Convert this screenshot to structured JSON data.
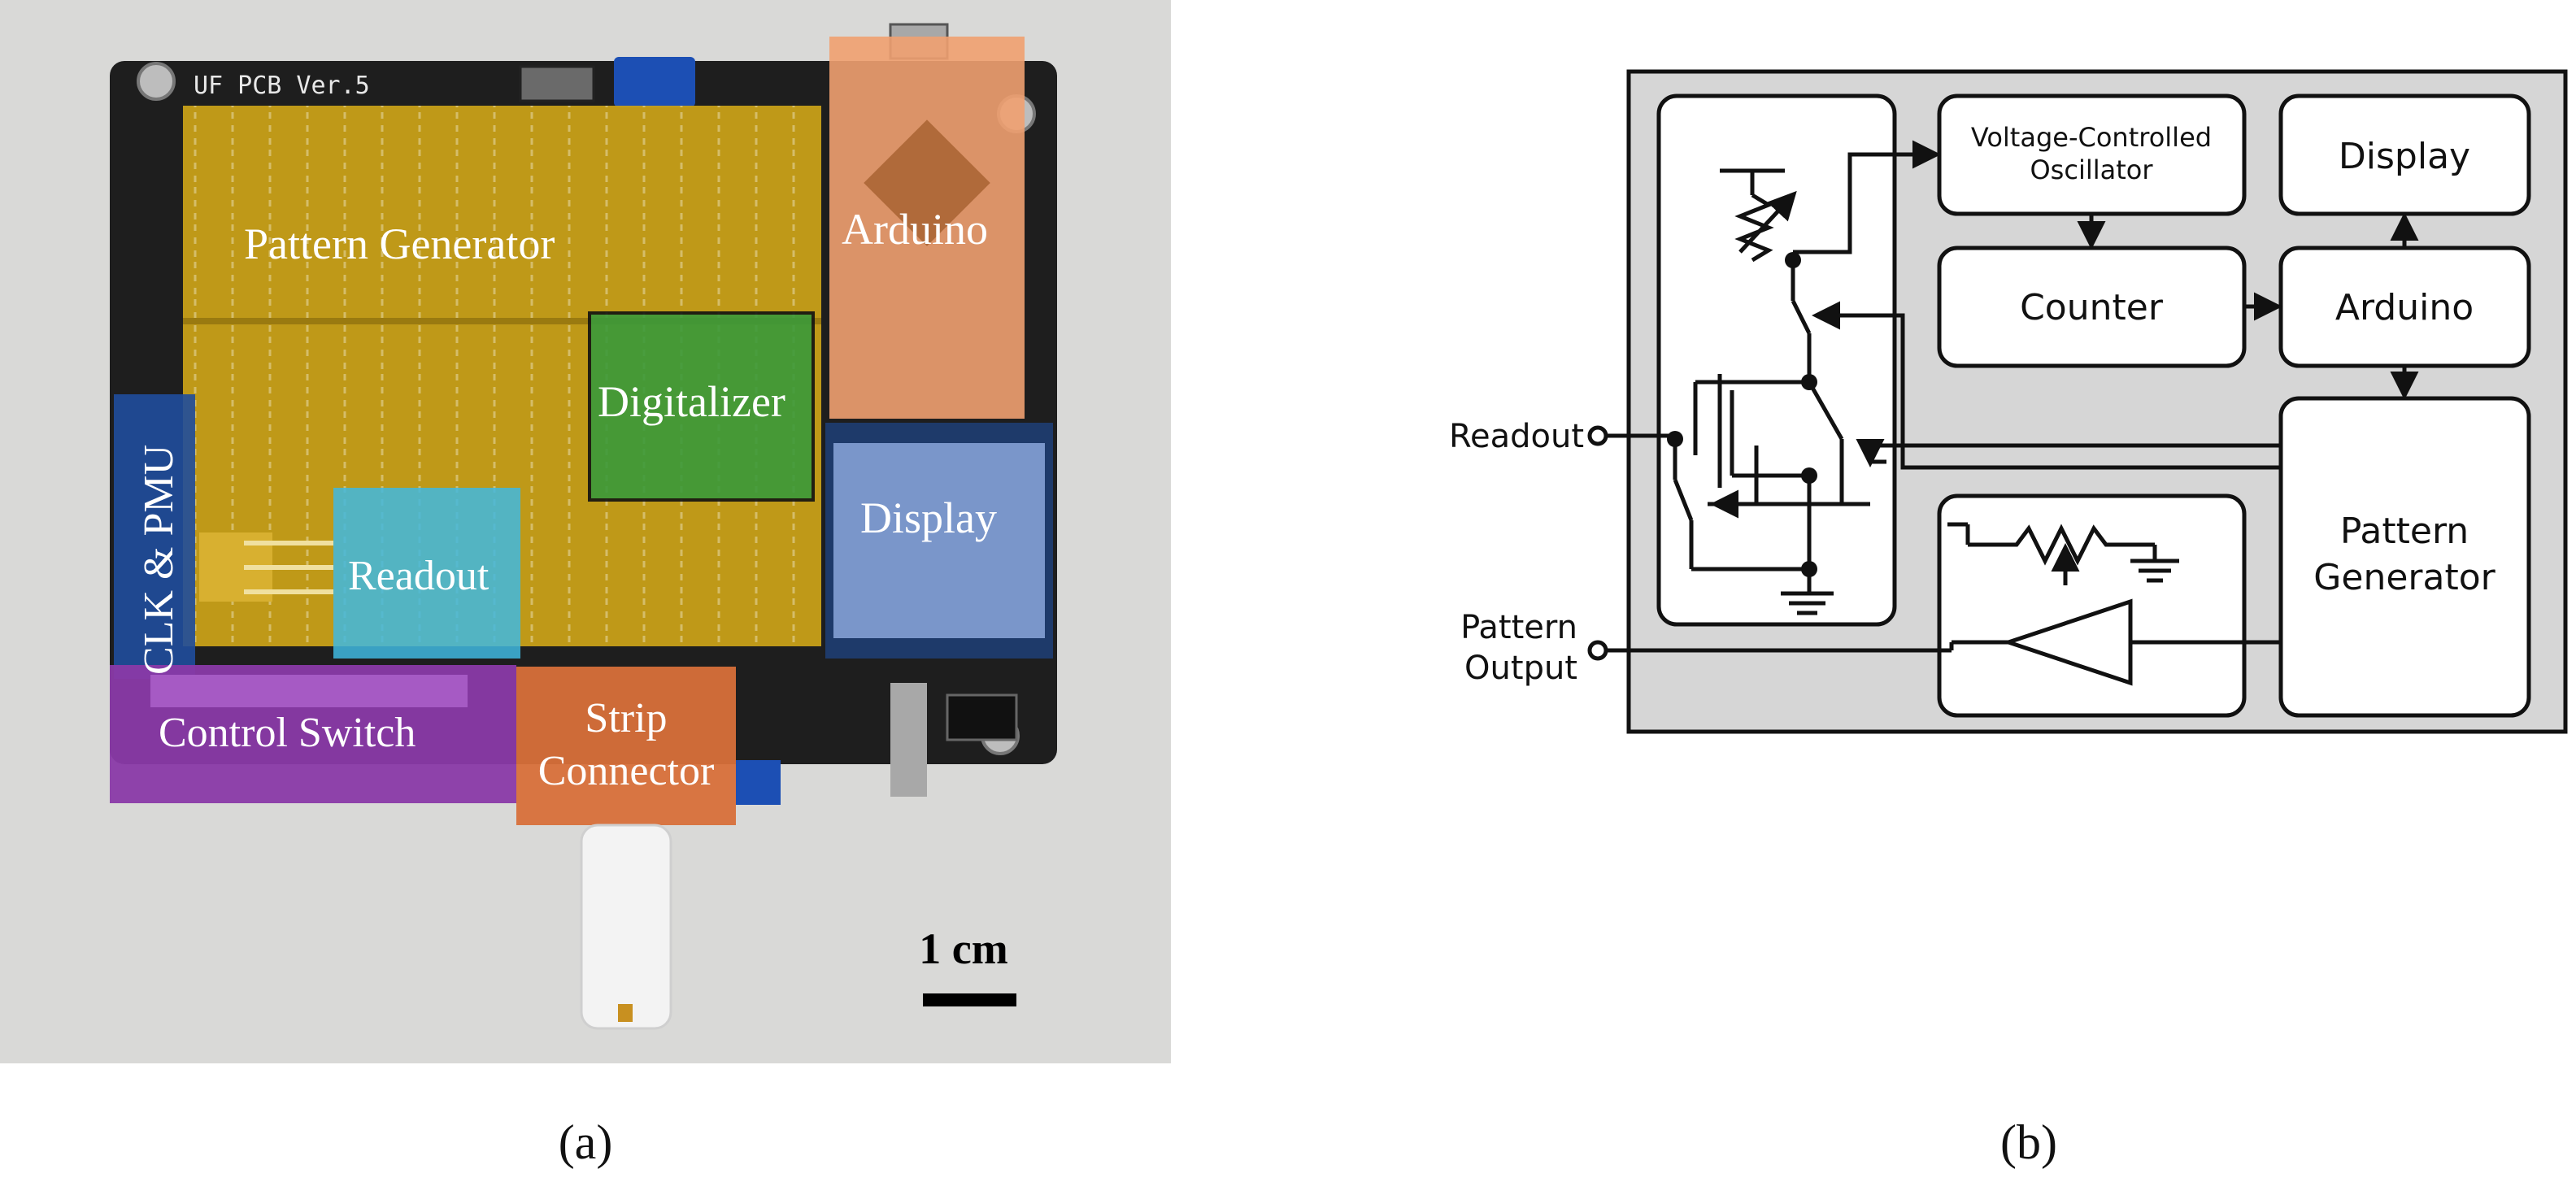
{
  "panel_a": {
    "board_silkscreen": "UF PCB Ver.5",
    "regions": {
      "pattern_generator": "Pattern Generator",
      "arduino": "Arduino",
      "digitalizer": "Digitalizer",
      "clk_pmu": "CLK & PMU",
      "display": "Display",
      "readout": "Readout",
      "control_switch": "Control Switch",
      "strip_connector_line1": "Strip",
      "strip_connector_line2": "Connector"
    },
    "scale_bar": "1 cm",
    "region_colors": {
      "pattern_generator": "#c8a018",
      "arduino": "#f0a070",
      "digitalizer": "#3a9a3a",
      "clk_pmu": "#1f4d9c",
      "display": "#7f9bd0",
      "readout": "#3fb8e0",
      "control_switch": "#8a3aa8",
      "strip_connector": "#d8703a"
    }
  },
  "panel_b": {
    "blocks": {
      "vco_line1": "Voltage-Controlled",
      "vco_line2": "Oscillator",
      "display": "Display",
      "counter": "Counter",
      "arduino": "Arduino",
      "pattern_generator_line1": "Pattern",
      "pattern_generator_line2": "Generator"
    },
    "ports": {
      "readout": "Readout",
      "pattern_output_line1": "Pattern",
      "pattern_output_line2": "Output"
    }
  },
  "captions": {
    "a": "(a)",
    "b": "(b)"
  }
}
